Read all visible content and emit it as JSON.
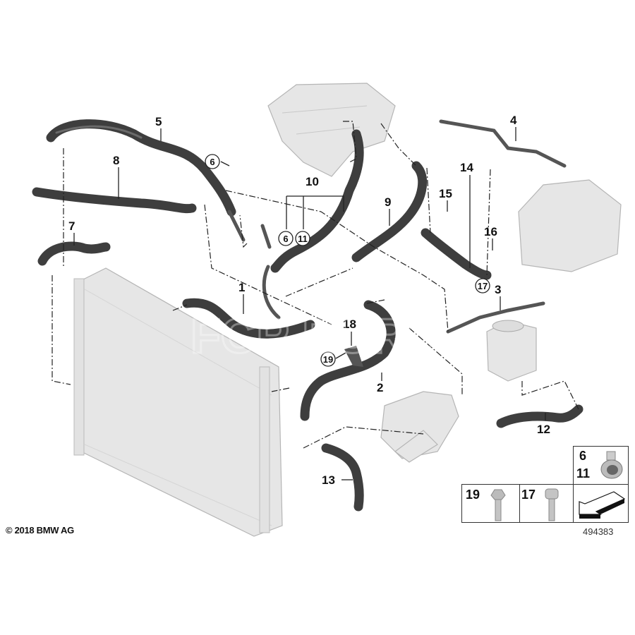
{
  "diagram": {
    "callouts": {
      "c1": "1",
      "c2": "2",
      "c3": "3",
      "c4": "4",
      "c5": "5",
      "c6a": "6",
      "c6b": "6",
      "c7": "7",
      "c8": "8",
      "c9": "9",
      "c10": "10",
      "c11": "11",
      "c12": "12",
      "c13": "13",
      "c14": "14",
      "c15": "15",
      "c16": "16",
      "c17": "17",
      "c18": "18",
      "c19": "19"
    },
    "watermark": "FCP EURO"
  },
  "legend": {
    "clamp_labels": [
      "6",
      "11"
    ],
    "bolt19_label": "19",
    "bolt17_label": "17"
  },
  "footer": {
    "copyright": "© 2018 BMW AG",
    "diagram_number": "494383"
  }
}
